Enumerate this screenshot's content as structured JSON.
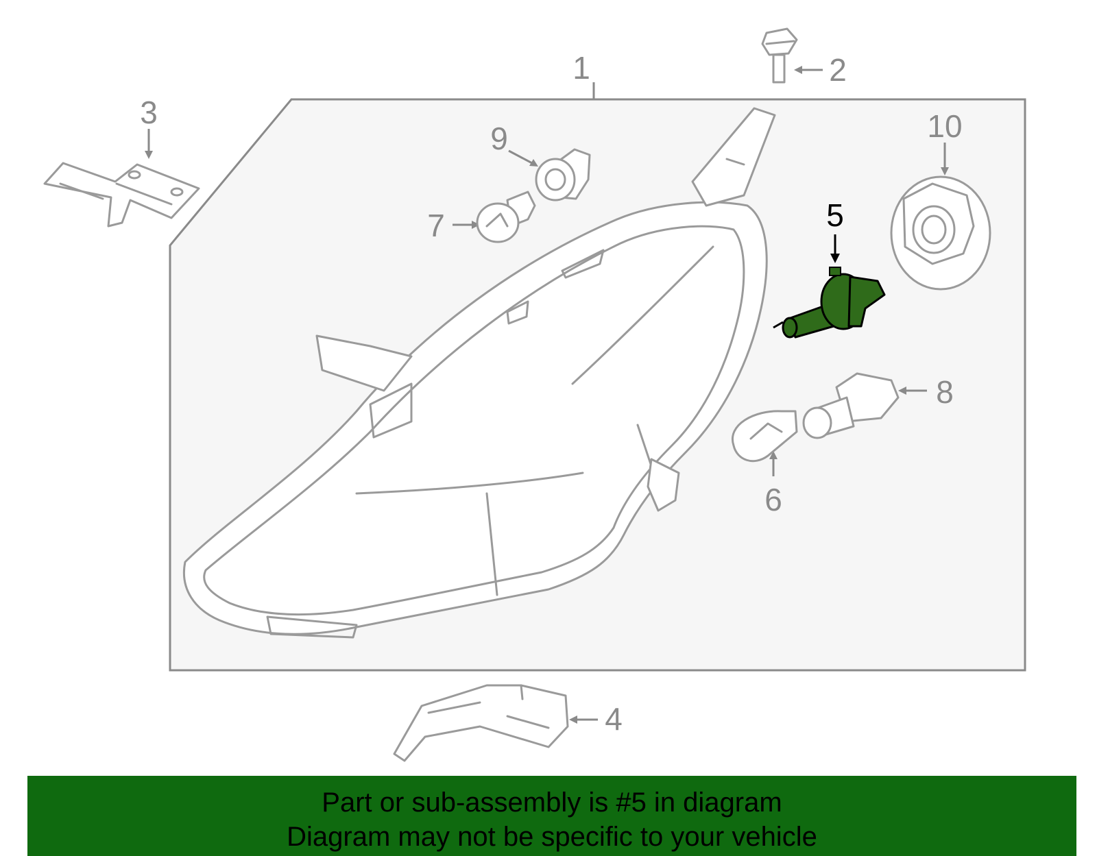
{
  "diagram": {
    "highlight_color": "#2f6b1a",
    "callouts": [
      {
        "id": "1",
        "label": "1"
      },
      {
        "id": "2",
        "label": "2"
      },
      {
        "id": "3",
        "label": "3"
      },
      {
        "id": "4",
        "label": "4"
      },
      {
        "id": "5",
        "label": "5"
      },
      {
        "id": "6",
        "label": "6"
      },
      {
        "id": "7",
        "label": "7"
      },
      {
        "id": "8",
        "label": "8"
      },
      {
        "id": "9",
        "label": "9"
      },
      {
        "id": "10",
        "label": "10"
      }
    ],
    "highlighted_part": "5"
  },
  "banner": {
    "background": "#0f6a0f",
    "line1": "Part or sub-assembly is #5 in diagram",
    "line2": "Diagram may not be specific to your vehicle"
  }
}
